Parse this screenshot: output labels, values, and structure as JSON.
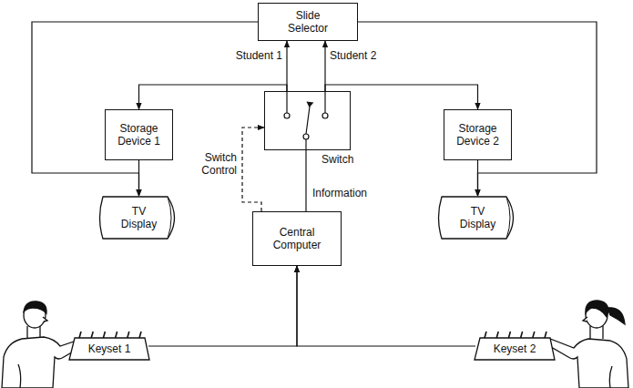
{
  "diagram": {
    "nodes": [
      {
        "text": [
          "Slide Selector"
        ]
      },
      {
        "text": [
          "Storage Device 1"
        ]
      },
      {
        "text": [
          "Switch"
        ]
      },
      {
        "text": [
          "Storage Device 2"
        ]
      },
      {
        "text": [
          "TV Display"
        ]
      },
      {
        "text": [
          "Central Computer"
        ]
      },
      {
        "text": [
          "TV Display"
        ]
      },
      {
        "text": [
          "Keyset 1"
        ]
      },
      {
        "text": [
          "Keyset 2"
        ]
      }
    ],
    "edges": [
      {
        "from": 2,
        "to": 0,
        "label": "Student 1",
        "arrow": "to"
      },
      {
        "from": 2,
        "to": 0,
        "label": "Student 2",
        "arrow": "to"
      },
      {
        "from": 2,
        "to": 1,
        "arrow": "to"
      },
      {
        "from": 2,
        "to": 3,
        "arrow": "to"
      },
      {
        "from": 0,
        "to": 4,
        "arrow": "to"
      },
      {
        "from": 0,
        "to": 6,
        "arrow": "to"
      },
      {
        "from": 1,
        "to": 4,
        "arrow": "to"
      },
      {
        "from": 3,
        "to": 6,
        "arrow": "to"
      },
      {
        "from": 5,
        "to": 2,
        "label": "Switch Control",
        "arrow": "to"
      },
      {
        "from": 5,
        "to": 2,
        "label": "Information",
        "arrow": "none"
      },
      {
        "from": 7,
        "to": 5,
        "arrow": "to"
      },
      {
        "from": 8,
        "to": 5,
        "arrow": "to"
      }
    ]
  }
}
